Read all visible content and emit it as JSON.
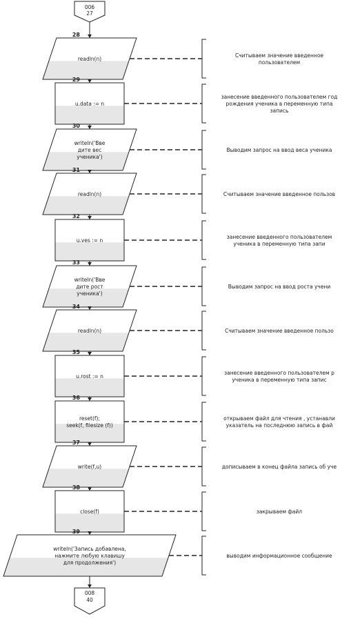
{
  "start_connector": {
    "line1": "006",
    "line2": "27"
  },
  "end_connector": {
    "line1": "008",
    "line2": "40"
  },
  "steps": [
    {
      "num": "28",
      "shape": "io",
      "text": [
        "readln(n)"
      ],
      "comment": [
        "Считываем значение введенное",
        "пользователем"
      ]
    },
    {
      "num": "29",
      "shape": "process",
      "text": [
        "u.data := n"
      ],
      "comment": [
        "занесение введенного пользователем год",
        "рождения ученика в переменную типа",
        "запись"
      ]
    },
    {
      "num": "30",
      "shape": "io",
      "text": [
        "writeln('Вве",
        "дите вес",
        "ученика')"
      ],
      "comment": [
        "Выводим запрос на ввод веса ученика"
      ]
    },
    {
      "num": "31",
      "shape": "io",
      "text": [
        "readln(n)"
      ],
      "comment": [
        "Считываем значение введенное пользов"
      ]
    },
    {
      "num": "32",
      "shape": "process",
      "text": [
        "u.ves := n"
      ],
      "comment": [
        "занесение введенного пользователем",
        "ученика в переменную типа запи"
      ]
    },
    {
      "num": "33",
      "shape": "io",
      "text": [
        "writeln('Вве",
        "дите рост",
        "ученика')"
      ],
      "comment": [
        "Выводим запрос на ввод роста учени"
      ]
    },
    {
      "num": "34",
      "shape": "io",
      "text": [
        "readln(n)"
      ],
      "comment": [
        "Считываем значение введенное пользо"
      ]
    },
    {
      "num": "35",
      "shape": "process",
      "text": [
        "u.rost := n"
      ],
      "comment": [
        "занесение введенного пользователем р",
        "ученика в переменную типа запис"
      ]
    },
    {
      "num": "36",
      "shape": "process",
      "text": [
        "reset(f);",
        "seek(f, filesize (f))"
      ],
      "comment": [
        "открываем файл для чтения , устанавли",
        "указатель на последнюю запись в фай"
      ]
    },
    {
      "num": "37",
      "shape": "io",
      "text": [
        "write(f,u)"
      ],
      "comment": [
        "дописываем в конец файла запись об уче"
      ]
    },
    {
      "num": "38",
      "shape": "process",
      "text": [
        "close(f)"
      ],
      "comment": [
        "закрываем файл"
      ]
    },
    {
      "num": "39",
      "shape": "io",
      "text": [
        "writeln('Запись добавлена,",
        "нажмите любую клавишу",
        "для продолжения')"
      ],
      "comment": [
        "выводим информационное сообщение"
      ]
    }
  ],
  "colors": {
    "stroke": "#222222",
    "fill_top": "#ffffff",
    "fill_bottom": "#e6e6e6"
  }
}
